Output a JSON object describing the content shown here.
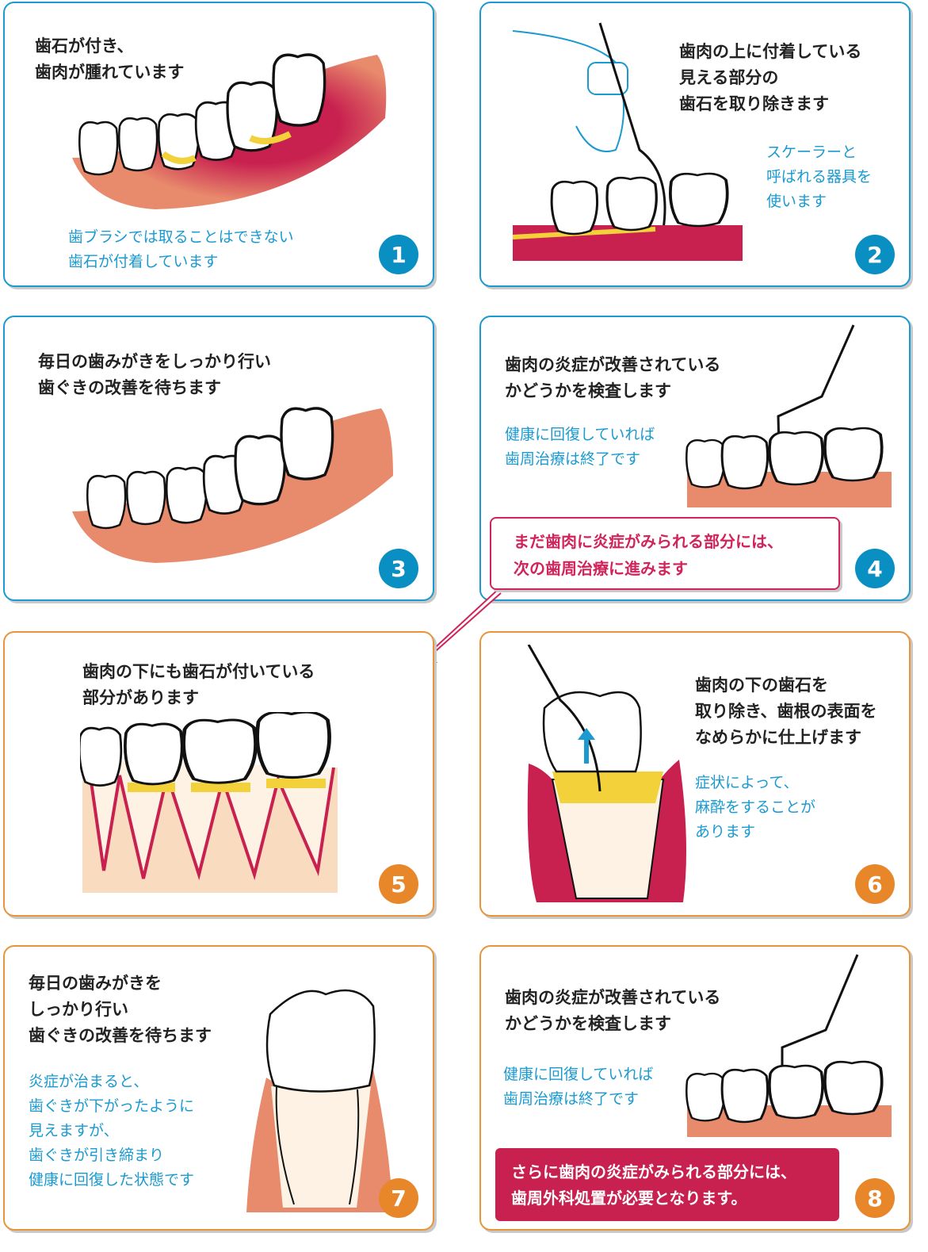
{
  "steps": [
    {
      "number": "1",
      "title": "歯石が付き、\n歯肉が腫れています",
      "note": "歯ブラシでは取ることはできない\n歯石が付着しています"
    },
    {
      "number": "2",
      "title": "歯肉の上に付着している\n見える部分の\n歯石を取り除きます",
      "note": "スケーラーと\n呼ばれる器具を\n使います"
    },
    {
      "number": "3",
      "title": "毎日の歯みがきをしっかり行い\n歯ぐきの改善を待ちます"
    },
    {
      "number": "4",
      "title": "歯肉の炎症が改善されている\nかどうかを検査します",
      "note": "健康に回復していれば\n歯周治療は終了です",
      "callout": "まだ歯肉に炎症がみられる部分には、\n次の歯周治療に進みます"
    },
    {
      "number": "5",
      "title": "歯肉の下にも歯石が付いている\n部分があります"
    },
    {
      "number": "6",
      "title": "歯肉の下の歯石を\n取り除き、歯根の表面を\nなめらかに仕上げます",
      "note": "症状によって、\n麻酔をすることが\nあります"
    },
    {
      "number": "7",
      "title": "毎日の歯みがきを\nしっかり行い\n歯ぐきの改善を待ちます",
      "note": "炎症が治まると、\n歯ぐきが下がったように\n見えますが、\n歯ぐきが引き締まり\n健康に回復した状態です"
    },
    {
      "number": "8",
      "title": "歯肉の炎症が改善されている\nかどうかを検査します",
      "note": "健康に回復していれば\n歯周治療は終了です",
      "callout": "さらに歯肉の炎症がみられる部分には、\n歯周外科処置が必要となります。"
    }
  ],
  "colors": {
    "blue": "#1a9ad0",
    "orange": "#e8953a",
    "gum": "#e88b6c",
    "inflamed": "#c8204f",
    "tartar": "#f2d13a"
  }
}
